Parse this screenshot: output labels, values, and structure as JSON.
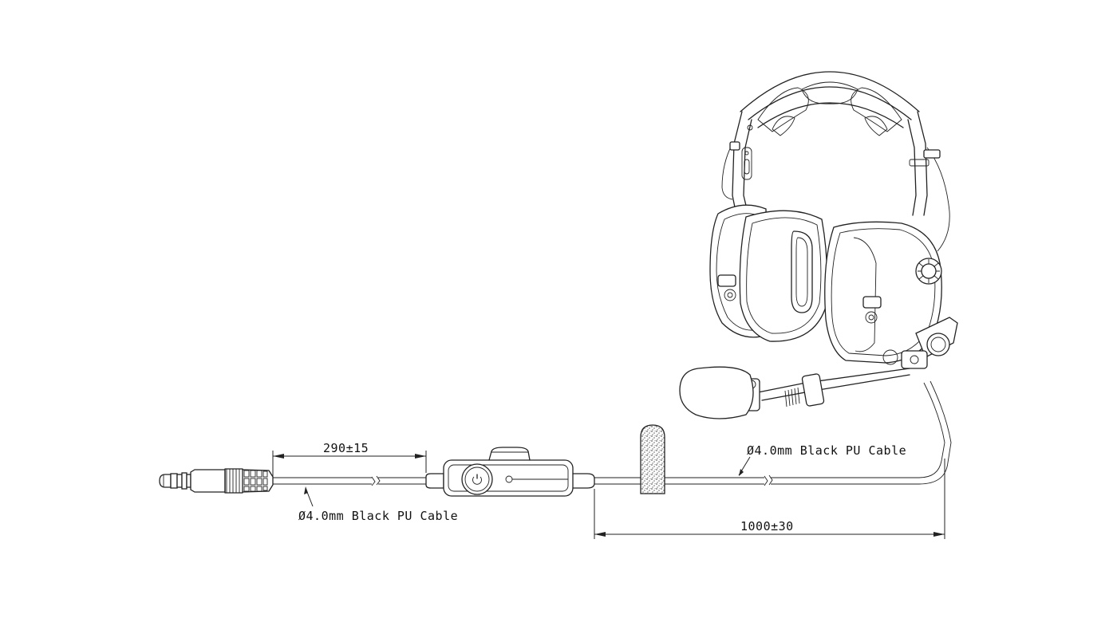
{
  "labels": {
    "dim_short": "290±15",
    "dim_long": "1000±30",
    "cable_left": "Ø4.0mm Black PU Cable",
    "cable_right": "Ø4.0mm Black PU Cable"
  },
  "colors": {
    "line": "#222222",
    "background": "#ffffff",
    "windscreen_texture": "#8a8a8a"
  },
  "icons": {
    "ptt_button": "power-circle-icon"
  }
}
